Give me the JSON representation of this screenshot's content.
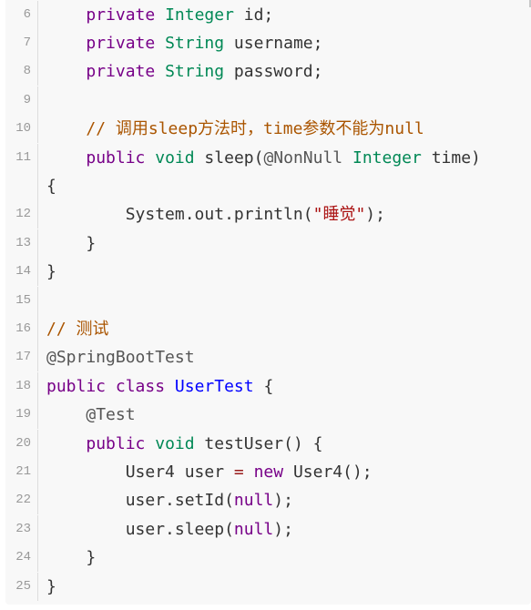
{
  "editor": {
    "lines": [
      {
        "num": "6",
        "tokens": [
          {
            "t": "    ",
            "c": ""
          },
          {
            "t": "private",
            "c": "kw"
          },
          {
            "t": " ",
            "c": ""
          },
          {
            "t": "Integer",
            "c": "ty"
          },
          {
            "t": " id;",
            "c": ""
          }
        ]
      },
      {
        "num": "7",
        "tokens": [
          {
            "t": "    ",
            "c": ""
          },
          {
            "t": "private",
            "c": "kw"
          },
          {
            "t": " ",
            "c": ""
          },
          {
            "t": "String",
            "c": "ty"
          },
          {
            "t": " username;",
            "c": ""
          }
        ]
      },
      {
        "num": "8",
        "tokens": [
          {
            "t": "    ",
            "c": ""
          },
          {
            "t": "private",
            "c": "kw"
          },
          {
            "t": " ",
            "c": ""
          },
          {
            "t": "String",
            "c": "ty"
          },
          {
            "t": " password;",
            "c": ""
          }
        ]
      },
      {
        "num": "9",
        "tokens": []
      },
      {
        "num": "10",
        "tokens": [
          {
            "t": "    ",
            "c": ""
          },
          {
            "t": "// 调用sleep方法时，time参数不能为null",
            "c": "cm"
          }
        ]
      },
      {
        "num": "11",
        "tokens": [
          {
            "t": "    ",
            "c": ""
          },
          {
            "t": "public",
            "c": "kw"
          },
          {
            "t": " ",
            "c": ""
          },
          {
            "t": "void",
            "c": "ty"
          },
          {
            "t": " sleep(",
            "c": ""
          },
          {
            "t": "@NonNull",
            "c": "at"
          },
          {
            "t": " ",
            "c": ""
          },
          {
            "t": "Integer",
            "c": "ty"
          },
          {
            "t": " time)",
            "c": ""
          }
        ]
      },
      {
        "num": "",
        "tokens": [
          {
            "t": "{",
            "c": ""
          }
        ]
      },
      {
        "num": "12",
        "tokens": [
          {
            "t": "        System.out.println(",
            "c": ""
          },
          {
            "t": "\"睡觉\"",
            "c": "st"
          },
          {
            "t": ");",
            "c": ""
          }
        ]
      },
      {
        "num": "13",
        "tokens": [
          {
            "t": "    }",
            "c": ""
          }
        ]
      },
      {
        "num": "14",
        "tokens": [
          {
            "t": "}",
            "c": ""
          }
        ]
      },
      {
        "num": "15",
        "tokens": []
      },
      {
        "num": "16",
        "tokens": [
          {
            "t": "// 测试",
            "c": "cm"
          }
        ]
      },
      {
        "num": "17",
        "tokens": [
          {
            "t": "@SpringBootTest",
            "c": "at"
          }
        ]
      },
      {
        "num": "18",
        "tokens": [
          {
            "t": "public",
            "c": "kw"
          },
          {
            "t": " ",
            "c": ""
          },
          {
            "t": "class",
            "c": "kw"
          },
          {
            "t": " ",
            "c": ""
          },
          {
            "t": "UserTest",
            "c": "df"
          },
          {
            "t": " {",
            "c": ""
          }
        ]
      },
      {
        "num": "19",
        "tokens": [
          {
            "t": "    ",
            "c": ""
          },
          {
            "t": "@Test",
            "c": "at"
          }
        ]
      },
      {
        "num": "20",
        "tokens": [
          {
            "t": "    ",
            "c": ""
          },
          {
            "t": "public",
            "c": "kw"
          },
          {
            "t": " ",
            "c": ""
          },
          {
            "t": "void",
            "c": "ty"
          },
          {
            "t": " testUser() {",
            "c": ""
          }
        ]
      },
      {
        "num": "21",
        "tokens": [
          {
            "t": "        User4 user ",
            "c": ""
          },
          {
            "t": "=",
            "c": "op"
          },
          {
            "t": " ",
            "c": ""
          },
          {
            "t": "new",
            "c": "kw"
          },
          {
            "t": " User4();",
            "c": ""
          }
        ]
      },
      {
        "num": "22",
        "tokens": [
          {
            "t": "        user.setId(",
            "c": ""
          },
          {
            "t": "null",
            "c": "kw"
          },
          {
            "t": ");",
            "c": ""
          }
        ]
      },
      {
        "num": "23",
        "tokens": [
          {
            "t": "        user.sleep(",
            "c": ""
          },
          {
            "t": "null",
            "c": "kw"
          },
          {
            "t": ");",
            "c": ""
          }
        ]
      },
      {
        "num": "24",
        "tokens": [
          {
            "t": "    }",
            "c": ""
          }
        ]
      },
      {
        "num": "25",
        "tokens": [
          {
            "t": "}",
            "c": ""
          }
        ]
      }
    ]
  },
  "colors": {
    "keyword": "#770088",
    "type": "#008855",
    "definition": "#0000ff",
    "comment": "#aa5500",
    "string": "#aa1111",
    "annotation": "#555555",
    "operator": "#981a1a",
    "line_number": "#999999",
    "background": "#f8f8f8"
  }
}
